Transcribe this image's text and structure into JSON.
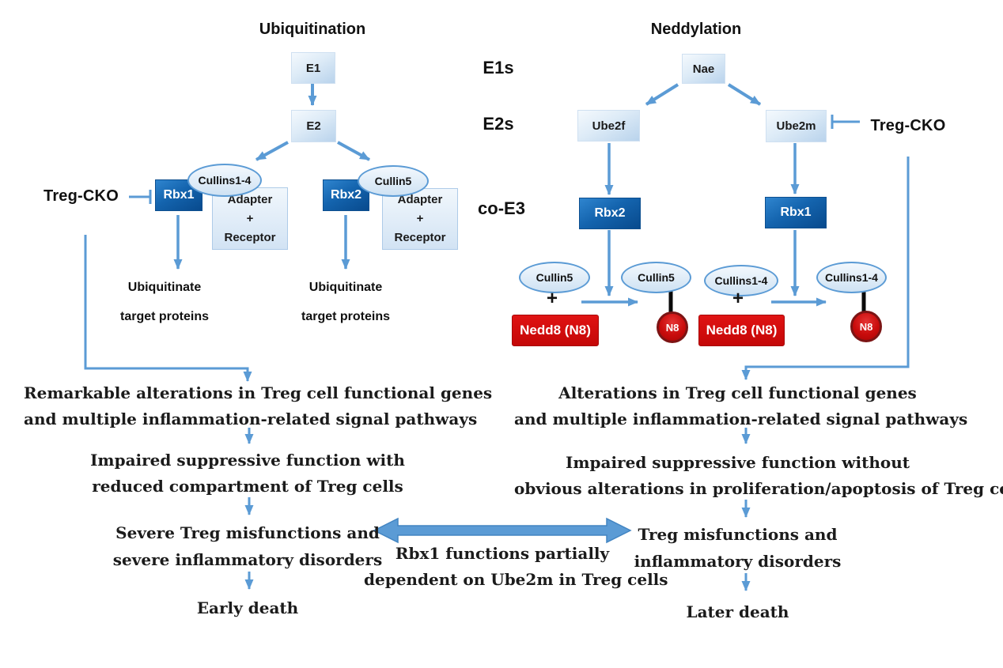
{
  "colors": {
    "arrow_blue": "#5b9bd5",
    "dark_box_blue": "#0d5296",
    "red_box": "#cc0a0a",
    "light_box_blue": "#b9d3ec"
  },
  "left": {
    "title": "Ubiquitination",
    "e1": "E1",
    "e2": "E2",
    "treg_cko": "Treg-CKO",
    "cluster1": {
      "cullin": "Cullins1-4",
      "rbx": "Rbx1",
      "adapter": "Adapter",
      "plus": "+",
      "receptor": "Receptor"
    },
    "cluster2": {
      "cullin": "Cullin5",
      "rbx": "Rbx2",
      "adapter": "Adapter",
      "plus": "+",
      "receptor": "Receptor"
    },
    "outcome1": {
      "line1": "Ubiquitinate",
      "line2": "target proteins"
    },
    "outcome2": {
      "line1": "Ubiquitinate",
      "line2": "target proteins"
    },
    "flow": [
      {
        "line1": "Remarkable alterations in Treg cell functional genes",
        "line2": "and multiple inflammation-related signal pathways"
      },
      {
        "line1": "Impaired suppressive function with",
        "line2": "reduced compartment of Treg cells"
      },
      {
        "line1": "Severe Treg misfunctions and",
        "line2": "severe inflammatory disorders"
      },
      {
        "line1": "Early death"
      }
    ]
  },
  "right": {
    "title": "Neddylation",
    "row_labels": {
      "e1s": "E1s",
      "e2s": "E2s",
      "co_e3": "co-E3"
    },
    "nae": "Nae",
    "ube2f": "Ube2f",
    "ube2m": "Ube2m",
    "treg_cko": "Treg-CKO",
    "rbx2": "Rbx2",
    "rbx1": "Rbx1",
    "branch_left": {
      "cullin_free": "Cullin5",
      "plus": "+",
      "nedd8": "Nedd8 (N8)",
      "cullin_bound": "Cullin5",
      "n8": "N8"
    },
    "branch_right": {
      "cullin_free": "Cullins1-4",
      "plus": "+",
      "nedd8": "Nedd8 (N8)",
      "cullin_bound": "Cullins1-4",
      "n8": "N8"
    },
    "flow": [
      {
        "line1": "Alterations in Treg cell functional genes",
        "line2": "and multiple inflammation-related signal pathways"
      },
      {
        "line1": "Impaired suppressive function without",
        "line2": "obvious alterations in proliferation/apoptosis of Treg cells"
      },
      {
        "line1": "Treg misfunctions and",
        "line2": "inflammatory disorders"
      },
      {
        "line1": "Later death"
      }
    ]
  },
  "center": {
    "line1": "Rbx1 functions partially",
    "line2": "dependent on Ube2m in Treg cells"
  }
}
